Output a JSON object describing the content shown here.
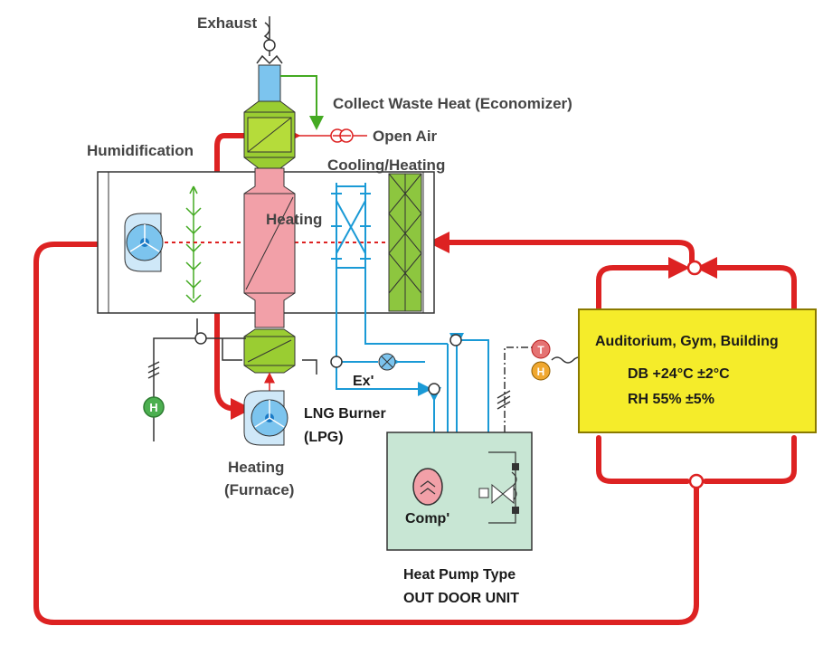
{
  "labels": {
    "exhaust": "Exhaust",
    "collect_waste_heat": "Collect Waste Heat (Economizer)",
    "open_air": "Open Air",
    "humidification": "Humidification",
    "cooling_heating": "Cooling/Heating",
    "heating_coil": "Heating",
    "ex": "Ex'",
    "lng_burner": "LNG Burner",
    "lpg": "(LPG)",
    "heating_furnace_1": "Heating",
    "heating_furnace_2": "(Furnace)",
    "comp": "Comp'",
    "outdoor_unit_1": "Heat Pump Type",
    "outdoor_unit_2": "OUT DOOR UNIT",
    "building_title": "Auditorium, Gym, Building",
    "building_db": "DB +24°C ±2°C",
    "building_rh": "RH 55% ±5%",
    "sensor_t": "T",
    "sensor_h": "H",
    "humidistat_h": "H"
  },
  "colors": {
    "supply_duct": "#dd2222",
    "refrigerant": "#1a9ad6",
    "economizer": "#9acd32",
    "heater": "#f2a0a8",
    "building": "#f5ec2a",
    "outdoor_unit": "#c8e6d4",
    "fan": "#7cc4ee"
  }
}
